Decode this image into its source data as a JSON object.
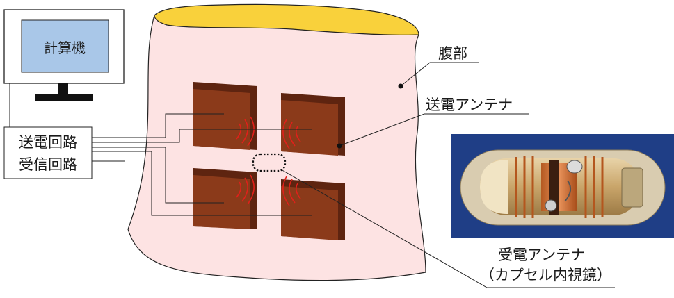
{
  "computer": {
    "label": "計算機"
  },
  "circuits": {
    "transmit": "送電回路",
    "receive": "受信回路"
  },
  "labels": {
    "abdomen": "腹部",
    "transmit_antenna": "送電アンテナ",
    "receive_antenna": "受電アンテナ",
    "capsule_note": "（カプセル内視鏡）"
  },
  "colors": {
    "body_fill": "#fde3e3",
    "body_top": "#f9d13b",
    "antenna_face": "#8b3a1a",
    "antenna_side": "#5e2410",
    "wave": "#e0201a",
    "screen": "#a9c7e8",
    "photo_bg": "#1f3e86"
  },
  "icons": [
    "computer-monitor-icon",
    "antenna-panel-icon",
    "radio-wave-icon",
    "capsule-endoscope-photo"
  ]
}
